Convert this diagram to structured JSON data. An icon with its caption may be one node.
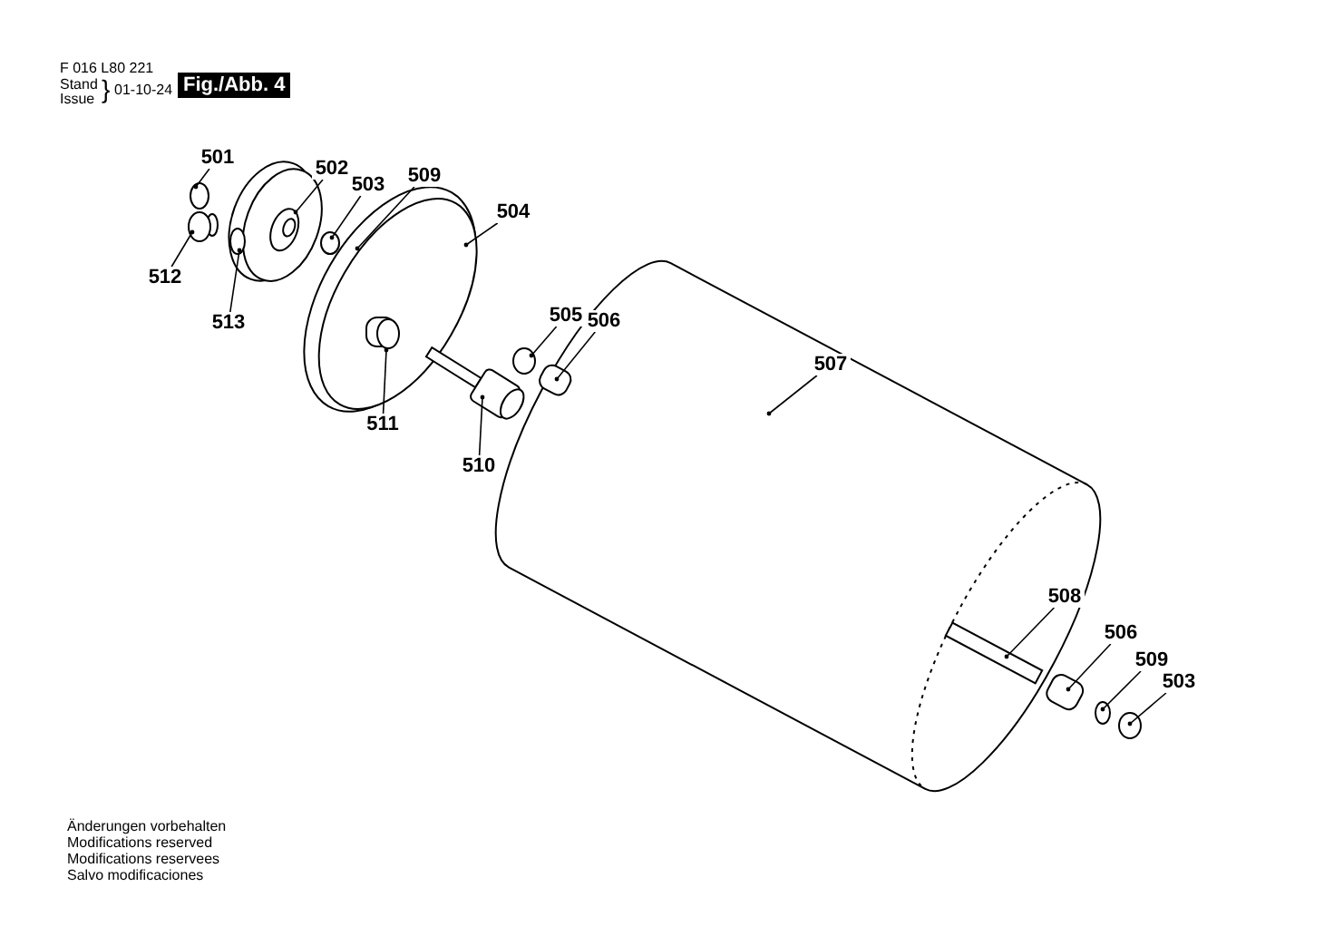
{
  "diagram": {
    "nodes": [
      {
        "text": [
          "501"
        ]
      },
      {
        "text": [
          "502"
        ]
      },
      {
        "text": [
          "503"
        ]
      },
      {
        "text": [
          "509"
        ]
      },
      {
        "text": [
          "504"
        ]
      },
      {
        "text": [
          "512"
        ]
      },
      {
        "text": [
          "513"
        ]
      },
      {
        "text": [
          "511"
        ]
      },
      {
        "text": [
          "505"
        ]
      },
      {
        "text": [
          "506"
        ]
      },
      {
        "text": [
          "507"
        ]
      },
      {
        "text": [
          "510"
        ]
      },
      {
        "text": [
          "508"
        ]
      },
      {
        "text": [
          "506"
        ]
      },
      {
        "text": [
          "509"
        ]
      },
      {
        "text": [
          "503"
        ]
      }
    ],
    "edges": [
      {
        "from": 0,
        "to": null,
        "arrow": "other"
      },
      {
        "from": 1,
        "to": null,
        "arrow": "other"
      },
      {
        "from": 2,
        "to": null,
        "arrow": "other"
      },
      {
        "from": 3,
        "to": null,
        "arrow": "other"
      },
      {
        "from": 4,
        "to": null,
        "arrow": "other"
      },
      {
        "from": 5,
        "to": null,
        "arrow": "other"
      },
      {
        "from": 6,
        "to": null,
        "arrow": "other"
      },
      {
        "from": 7,
        "to": null,
        "arrow": "other"
      },
      {
        "from": 8,
        "to": null,
        "arrow": "other"
      },
      {
        "from": 9,
        "to": null,
        "arrow": "other"
      },
      {
        "from": 10,
        "to": null,
        "arrow": "other"
      },
      {
        "from": 11,
        "to": null,
        "arrow": "other"
      },
      {
        "from": 12,
        "to": null,
        "arrow": "other"
      },
      {
        "from": 13,
        "to": null,
        "arrow": "other"
      },
      {
        "from": 14,
        "to": null,
        "arrow": "other"
      },
      {
        "from": 15,
        "to": null,
        "arrow": "other"
      }
    ],
    "labels": [
      "F 016 L80 221",
      "Stand",
      "Issue",
      "}",
      "01-10-24",
      "Fig./Abb. 4",
      "Änderungen vorbehalten",
      "Modifications reserved",
      "Modifications reservees",
      "Salvo modificaciones"
    ]
  }
}
